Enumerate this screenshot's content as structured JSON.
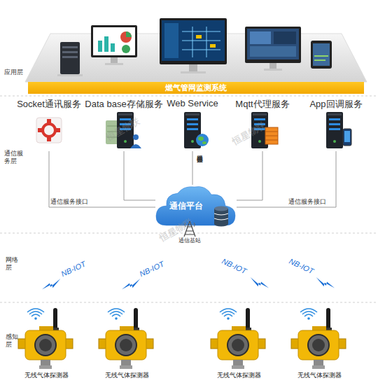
{
  "diagram": {
    "nodes": [
      {
        "text": [
          "燃气管网监测系统"
        ]
      },
      {
        "text": [
          "Socket通讯服务"
        ]
      },
      {
        "text": [
          "Data base存储服务"
        ]
      },
      {
        "text": [
          "Web Service"
        ]
      },
      {
        "text": [
          "Mqtt代理服务"
        ]
      },
      {
        "text": [
          "App回调服务"
        ]
      },
      {
        "text": [
          "通信平台"
        ]
      },
      {
        "text": [
          "通信基站"
        ]
      },
      {
        "text": [
          "无线气体探测器"
        ]
      },
      {
        "text": [
          "无线气体探测器"
        ]
      },
      {
        "text": [
          "无线气体探测器"
        ]
      },
      {
        "text": [
          "无线气体探测器"
        ]
      }
    ],
    "edges": [
      {
        "from": 1,
        "to": 6,
        "arrow": "none",
        "label": "通信服务接口"
      },
      {
        "from": 2,
        "to": 6,
        "arrow": "none"
      },
      {
        "from": 3,
        "to": 6,
        "arrow": "none",
        "label": "通信服务接口"
      },
      {
        "from": 4,
        "to": 6,
        "arrow": "none"
      },
      {
        "from": 5,
        "to": 6,
        "arrow": "none",
        "label": "通信服务接口"
      }
    ],
    "labels": [
      "应用层",
      "通信服务层",
      "网络层",
      "感知层",
      "NB-IOT",
      "NB-IOT",
      "NB-IOT",
      "NB-IOT",
      "恒星物联",
      "恒星物联",
      "恒星物联"
    ]
  }
}
